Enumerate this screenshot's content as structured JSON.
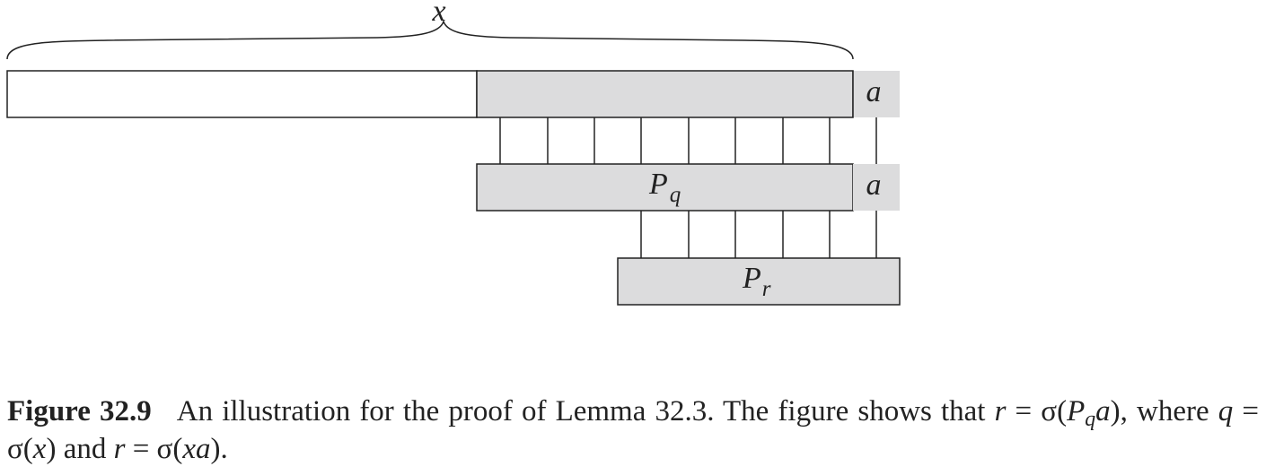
{
  "diagram": {
    "brace_label": "x",
    "row1_symbol": "a",
    "row2_symbol": "a",
    "box_pq_label": "P",
    "box_pq_sub": "q",
    "box_pr_label": "P",
    "box_pr_sub": "r",
    "colors": {
      "shaded_fill": "#dcdcdd",
      "stroke": "#222222",
      "white_fill": "#ffffff"
    }
  },
  "caption": {
    "figure_label": "Figure 32.9",
    "text_1": "An illustration for the proof of Lemma 32.3.  The figure shows that ",
    "eq1_lhs": "r",
    "eq1_eq": " = σ(",
    "eq1_P": "P",
    "eq1_q": "q",
    "eq1_a": "a",
    "eq1_end": "),",
    "text_2": " where ",
    "eq2_lhs": "q",
    "eq2_mid": " = σ(",
    "eq2_x": "x",
    "eq2_end": ")",
    "text_3": " and ",
    "eq3_lhs": "r",
    "eq3_mid": " = σ(",
    "eq3_xa": "xa",
    "eq3_end": ")."
  }
}
